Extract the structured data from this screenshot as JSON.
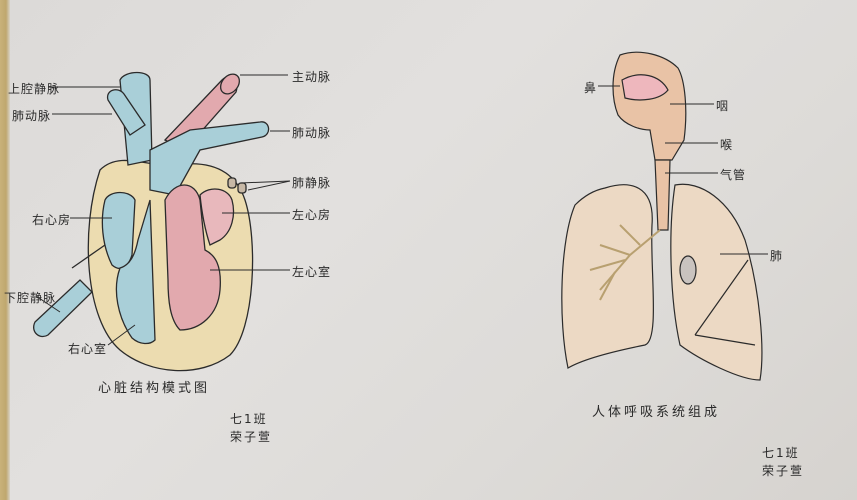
{
  "heart": {
    "title": "心脏结构模式图",
    "labels": {
      "superior_vena_cava": "上腔静脉",
      "pulmonary_artery_left": "肺动脉",
      "aorta": "主动脉",
      "pulmonary_artery_right": "肺动脉",
      "pulmonary_vein": "肺静脉",
      "left_atrium": "左心房",
      "right_atrium": "右心房",
      "left_ventricle": "左心室",
      "inferior_vena_cava": "下腔静脉",
      "right_ventricle": "右心室"
    },
    "signature": {
      "class": "七1班",
      "name": "荣子萱"
    },
    "colors": {
      "venous": "#a9cfd8",
      "arterial": "#e2a9ae",
      "wall": "#ecdcb0",
      "outline": "#2b2b2b"
    }
  },
  "respiratory": {
    "title": "人体呼吸系统组成",
    "labels": {
      "nose": "鼻",
      "pharynx": "咽",
      "larynx": "喉",
      "trachea": "气管",
      "lung": "肺"
    },
    "signature": {
      "class": "七1班",
      "name": "荣子萱"
    },
    "colors": {
      "airway": "#e9c3a6",
      "nasal": "#eeb7bd",
      "lung": "#ecd9c4"
    }
  }
}
